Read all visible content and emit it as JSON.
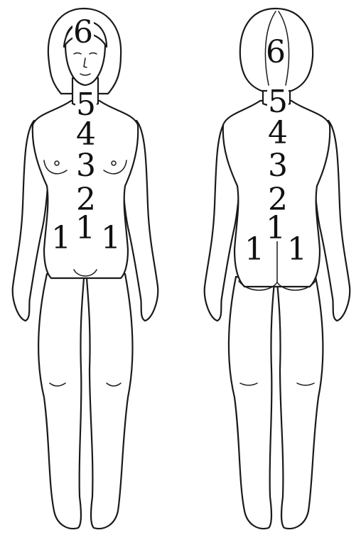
{
  "figures": [
    {
      "name": "front-view",
      "labels": [
        "6",
        "5",
        "4",
        "3",
        "2",
        "1",
        "1",
        "1"
      ]
    },
    {
      "name": "back-view",
      "labels": [
        "6",
        "5",
        "4",
        "3",
        "2",
        "1",
        "1",
        "1"
      ]
    }
  ],
  "colors": {
    "background": "#ffffff",
    "outline": "#1a1a1a",
    "label": "#111111"
  }
}
